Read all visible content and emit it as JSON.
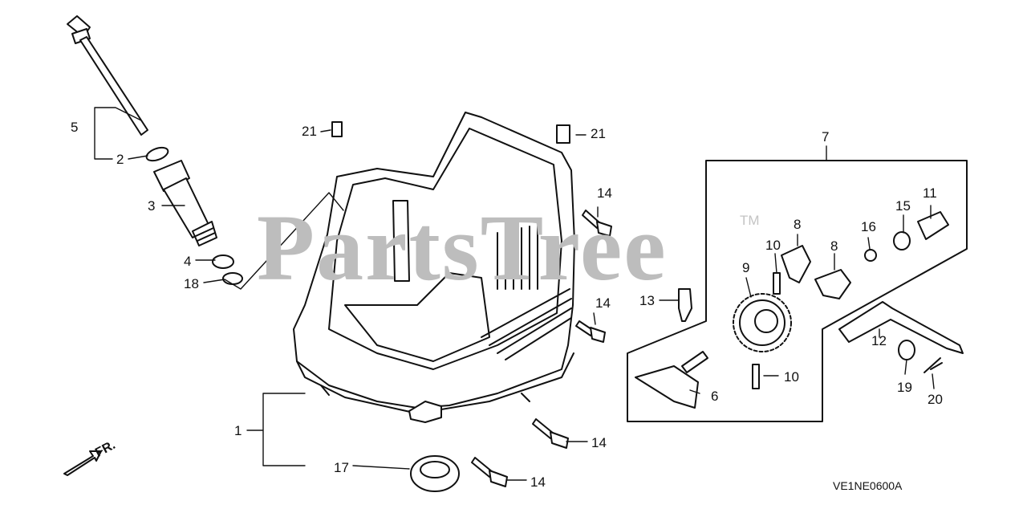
{
  "watermark": {
    "text": "PartsTree",
    "trademark": "TM"
  },
  "diagram_code": "VE1NE0600A",
  "direction_label": "FR.",
  "callouts": {
    "c1": "1",
    "c2": "2",
    "c3": "3",
    "c4": "4",
    "c5": "5",
    "c6": "6",
    "c7": "7",
    "c8a": "8",
    "c8b": "8",
    "c9": "9",
    "c10a": "10",
    "c10b": "10",
    "c11": "11",
    "c12": "12",
    "c13": "13",
    "c14a": "14",
    "c14b": "14",
    "c14c": "14",
    "c14d": "14",
    "c15": "15",
    "c16": "16",
    "c17": "17",
    "c18": "18",
    "c19": "19",
    "c20": "20",
    "c21a": "21",
    "c21b": "21"
  },
  "colors": {
    "line": "#111111",
    "watermark": "#bdbdbd"
  }
}
